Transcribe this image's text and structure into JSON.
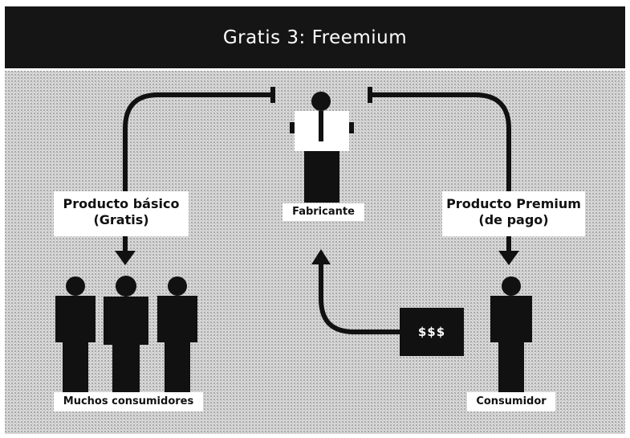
{
  "title": "Gratis 3: Freemium",
  "labels": {
    "basic_product_line1": "Producto básico",
    "basic_product_line2": "(Gratis)",
    "premium_product_line1": "Producto Premium",
    "premium_product_line2": "(de pago)",
    "manufacturer": "Fabricante",
    "many_consumers": "Muchos consumidores",
    "consumer": "Consumidor",
    "money": "$$$"
  },
  "colors": {
    "title_background": "#151515",
    "title_text": "#ffffff",
    "figure": "#111111",
    "shirt": "#ffffff",
    "tie": "#111111",
    "label_background": "#ffffff",
    "background_pattern": "#c4c4c4"
  },
  "icons": [
    "manufacturer-person-icon",
    "consumer-person-icon",
    "consumer-group-icon",
    "money-icon",
    "arrow-icon"
  ]
}
